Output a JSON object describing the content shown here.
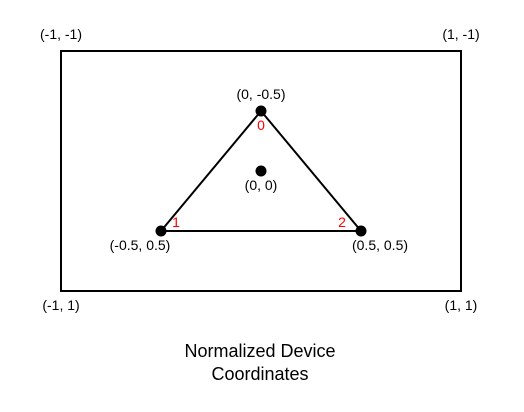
{
  "colors": {
    "stroke": "#000000",
    "point": "#000000",
    "index_label": "#ff0000",
    "background": "#ffffff"
  },
  "corners": {
    "top_left": "(-1, -1)",
    "top_right": "(1, -1)",
    "bottom_left": "(-1, 1)",
    "bottom_right": "(1, 1)"
  },
  "points": {
    "top": "(0, -0.5)",
    "center": "(0, 0)",
    "bottom_left": "(-0.5, 0.5)",
    "bottom_right": "(0.5, 0.5)"
  },
  "vertex_indices": {
    "v0": "0",
    "v1": "1",
    "v2": "2"
  },
  "caption": {
    "line1": "Normalized Device",
    "line2": "Coordinates"
  }
}
